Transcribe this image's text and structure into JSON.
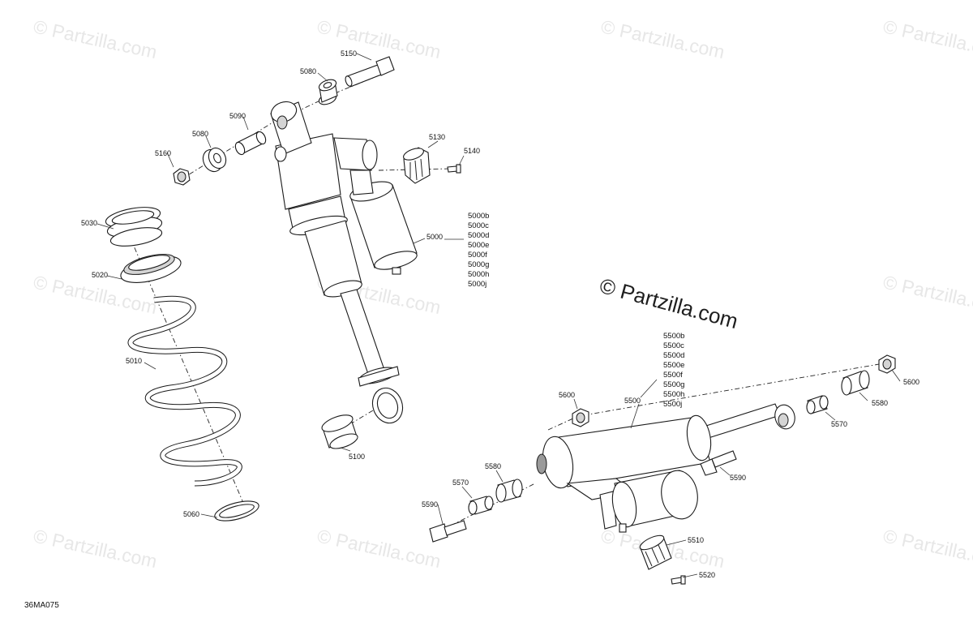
{
  "watermarks": {
    "small": "© Partzilla.com",
    "large": "© Partzilla.com"
  },
  "drawing_id": "36MA075",
  "parts": {
    "p5150": "5150",
    "p5080a": "5080",
    "p5090": "5090",
    "p5080b": "5080",
    "p5160": "5160",
    "p5130": "5130",
    "p5140": "5140",
    "p5030": "5030",
    "p5020": "5020",
    "p5010": "5010",
    "p5060": "5060",
    "p5000": "5000",
    "p5100": "5100",
    "p5500": "5500",
    "p5600a": "5600",
    "p5600b": "5600",
    "p5580a": "5580",
    "p5580b": "5580",
    "p5570a": "5570",
    "p5570b": "5570",
    "p5590a": "5590",
    "p5590b": "5590",
    "p5510": "5510",
    "p5520": "5520"
  },
  "variants_5000": [
    "5000b",
    "5000c",
    "5000d",
    "5000e",
    "5000f",
    "5000g",
    "5000h",
    "5000j"
  ],
  "variants_5500": [
    "5500b",
    "5500c",
    "5500d",
    "5500e",
    "5500f",
    "5500g",
    "5500h",
    "5500j"
  ]
}
